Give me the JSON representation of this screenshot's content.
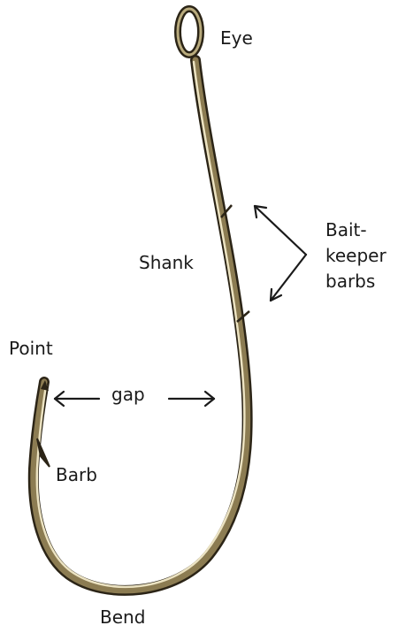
{
  "labels": {
    "eye": "Eye",
    "shank": "Shank",
    "bait_keeper_line1": "Bait-",
    "bait_keeper_line2": "keeper",
    "bait_keeper_line3": "barbs",
    "point": "Point",
    "gap": "gap",
    "barb": "Barb",
    "bend": "Bend"
  },
  "colors": {
    "hook_dark": "#2b2416",
    "hook_mid": "#7a6a42",
    "hook_light": "#d8cfa8",
    "hook_highlight": "#f3eed8",
    "arrow": "#1a1a1a",
    "text": "#1a1a1a"
  }
}
